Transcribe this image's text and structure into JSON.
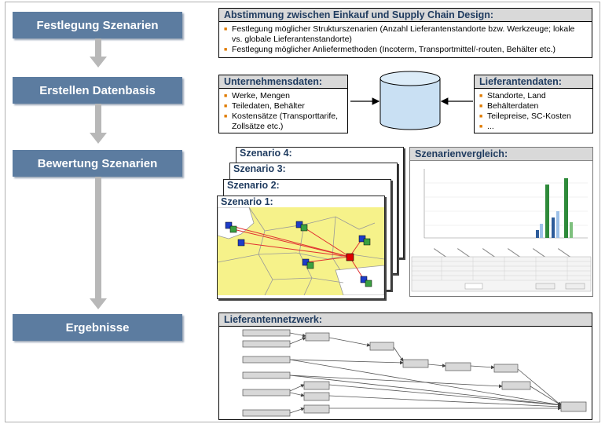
{
  "steps": [
    "Festlegung Szenarien",
    "Erstellen Datenbasis",
    "Bewertung Szenarien",
    "Ergebnisse"
  ],
  "abstimmung": {
    "title": "Abstimmung zwischen Einkauf und Supply Chain Design:",
    "bullets": [
      "Festlegung möglicher Strukturszenarien (Anzahl Lieferantenstandorte bzw. Werkzeuge; lokale vs. globale Lieferantenstandorte)",
      "Festlegung möglicher Anliefermethoden (Incoterm, Transportmittel/-routen, Behälter etc.)"
    ]
  },
  "unternehmensdaten": {
    "title": "Unternehmensdaten:",
    "bullets": [
      "Werke, Mengen",
      "Teiledaten, Behälter",
      "Kostensätze (Transporttarife, Zollsätze etc.)"
    ]
  },
  "lieferantendaten": {
    "title": "Lieferantendaten:",
    "bullets": [
      "Standorte, Land",
      "Behälterdaten",
      "Teilepreise, SC-Kosten",
      "..."
    ]
  },
  "scenarios": [
    "Szenario 4:",
    "Szenario 3:",
    "Szenario 2:",
    "Szenario 1:"
  ],
  "vergleich": {
    "title": "Szenarienvergleich:"
  },
  "netzwerk": {
    "title": "Lieferantennetzwerk:"
  },
  "colors": {
    "step": "#5c7ca0",
    "bullet": "#e07b00",
    "title_text": "#1f3b5f",
    "map": "#f6f28a"
  }
}
